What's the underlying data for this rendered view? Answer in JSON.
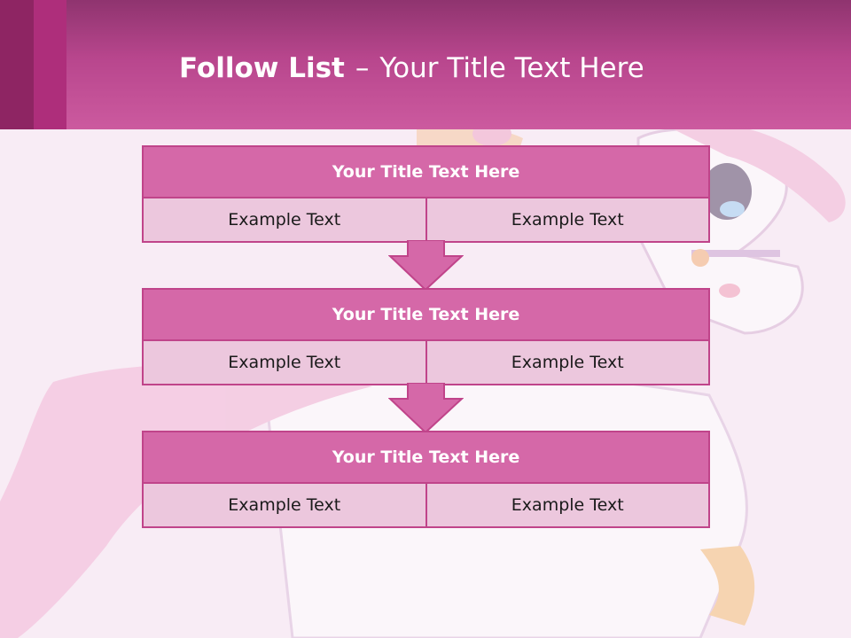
{
  "header": {
    "title_bold": "Follow List",
    "title_sep": "–",
    "title_rest": "Your Title Text Here"
  },
  "blocks": [
    {
      "title": "Your Title Text Here",
      "left": "Example Text",
      "right": "Example Text"
    },
    {
      "title": "Your Title Text Here",
      "left": "Example Text",
      "right": "Example Text"
    },
    {
      "title": "Your Title Text Here",
      "left": "Example Text",
      "right": "Example Text"
    }
  ],
  "colors": {
    "header_dark": "#8e2563",
    "header_mid": "#ae2e7b",
    "block_title": "#d568a8",
    "block_cell": "#ecc7dd",
    "border": "#c0448a",
    "page_bg": "#f8ecf5"
  }
}
